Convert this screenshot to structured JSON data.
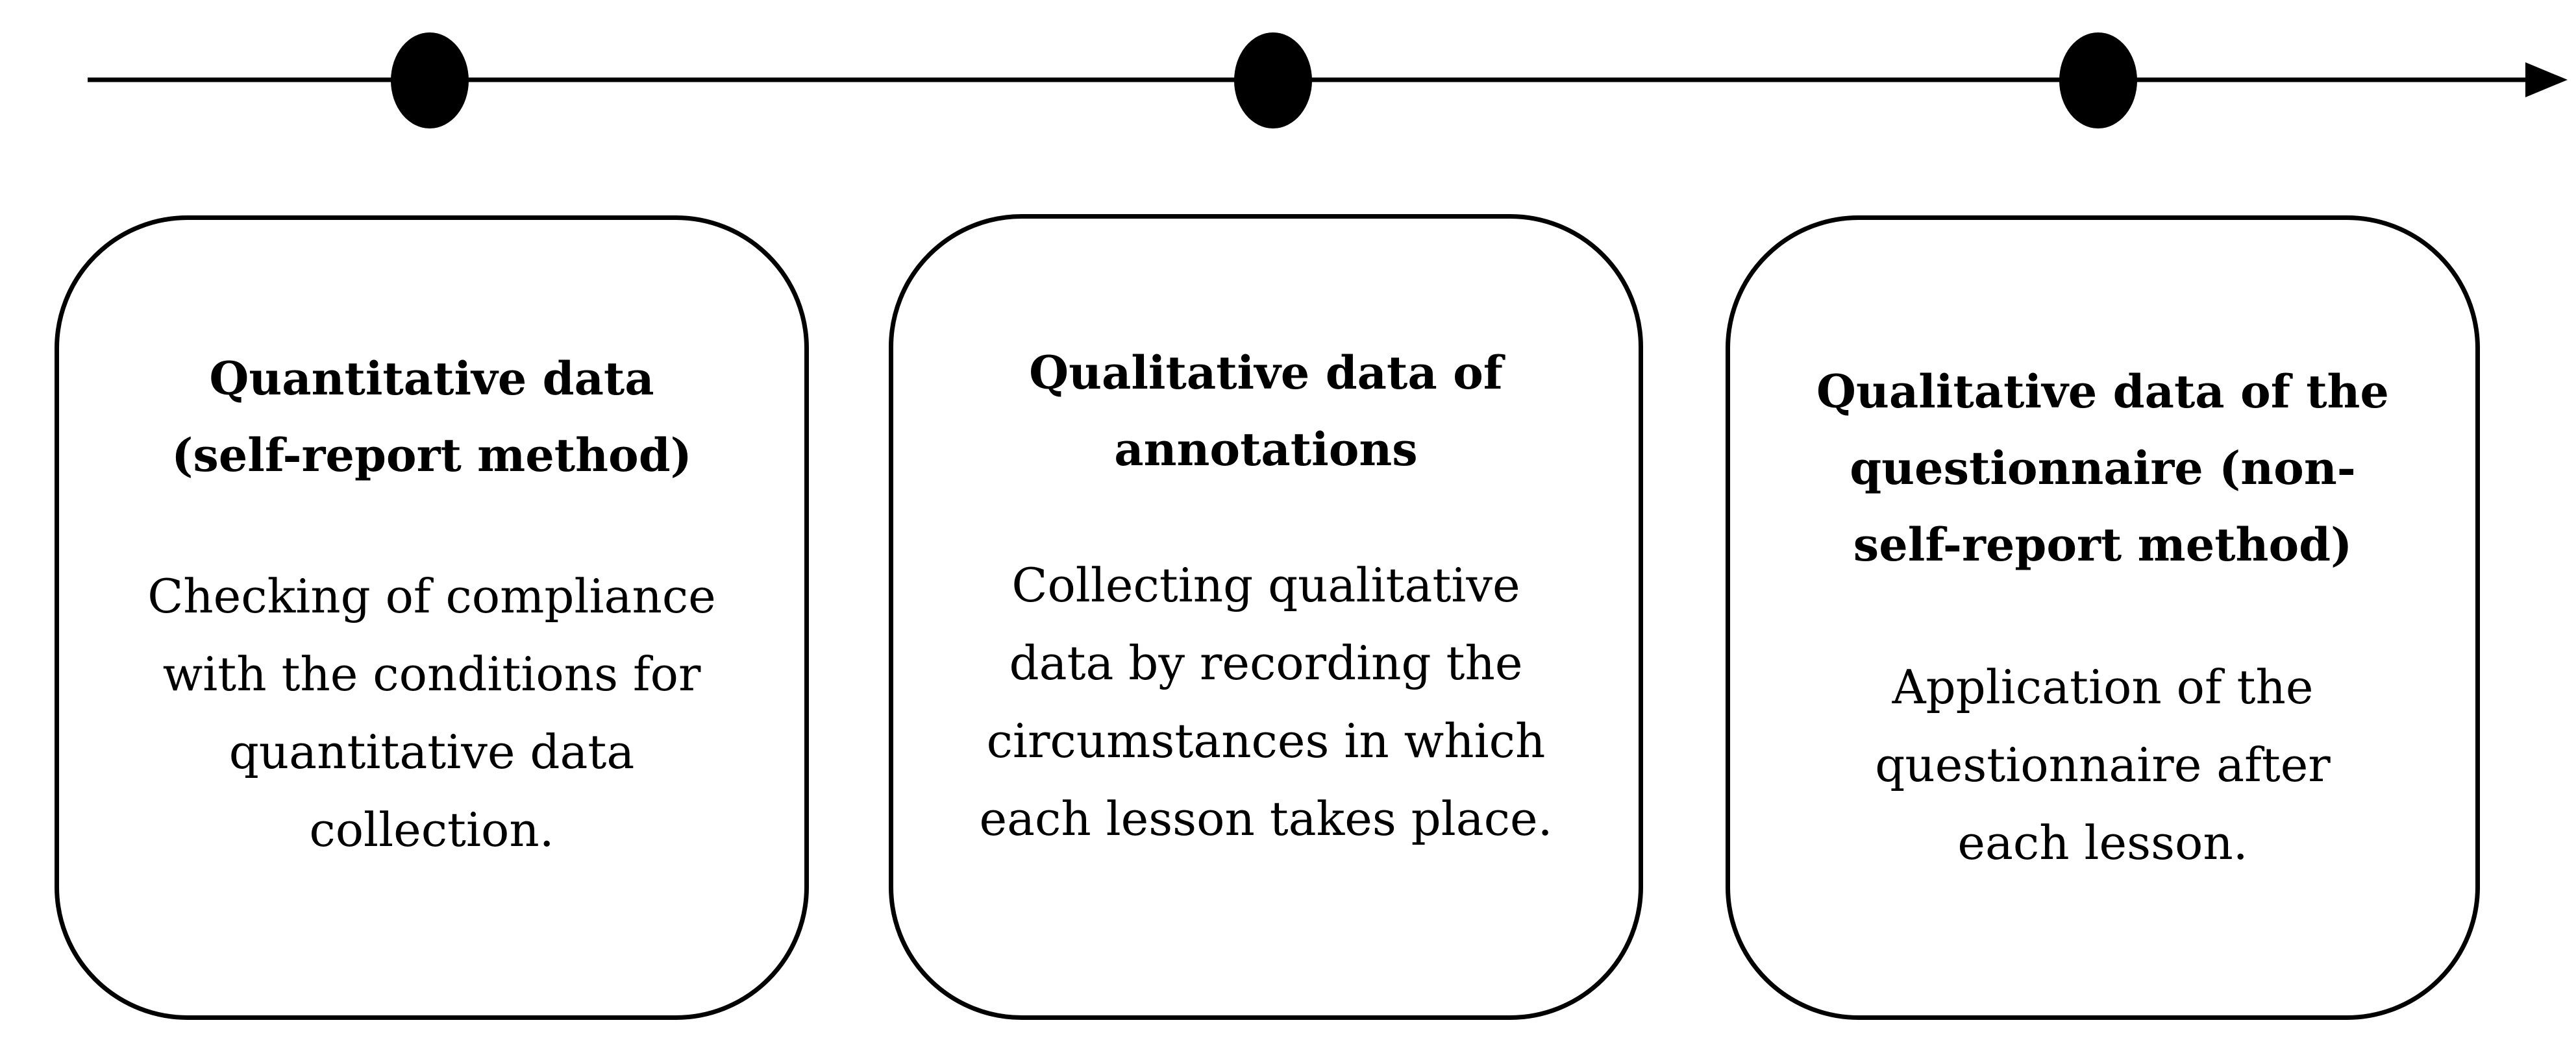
{
  "timeline": {
    "line_color": "#000000",
    "markers": 3,
    "direction": "right"
  },
  "cards": [
    {
      "title": "Quantitative data (self-report method)",
      "body": "Checking of compliance with the conditions for quantitative data collection."
    },
    {
      "title": "Qualitative data of annotations",
      "body": "Collecting qualitative data by recording the circumstances in which each lesson takes place."
    },
    {
      "title": "Qualitative data of the questionnaire (non-self-report method)",
      "body": "Application of the questionnaire after each lesson."
    }
  ]
}
